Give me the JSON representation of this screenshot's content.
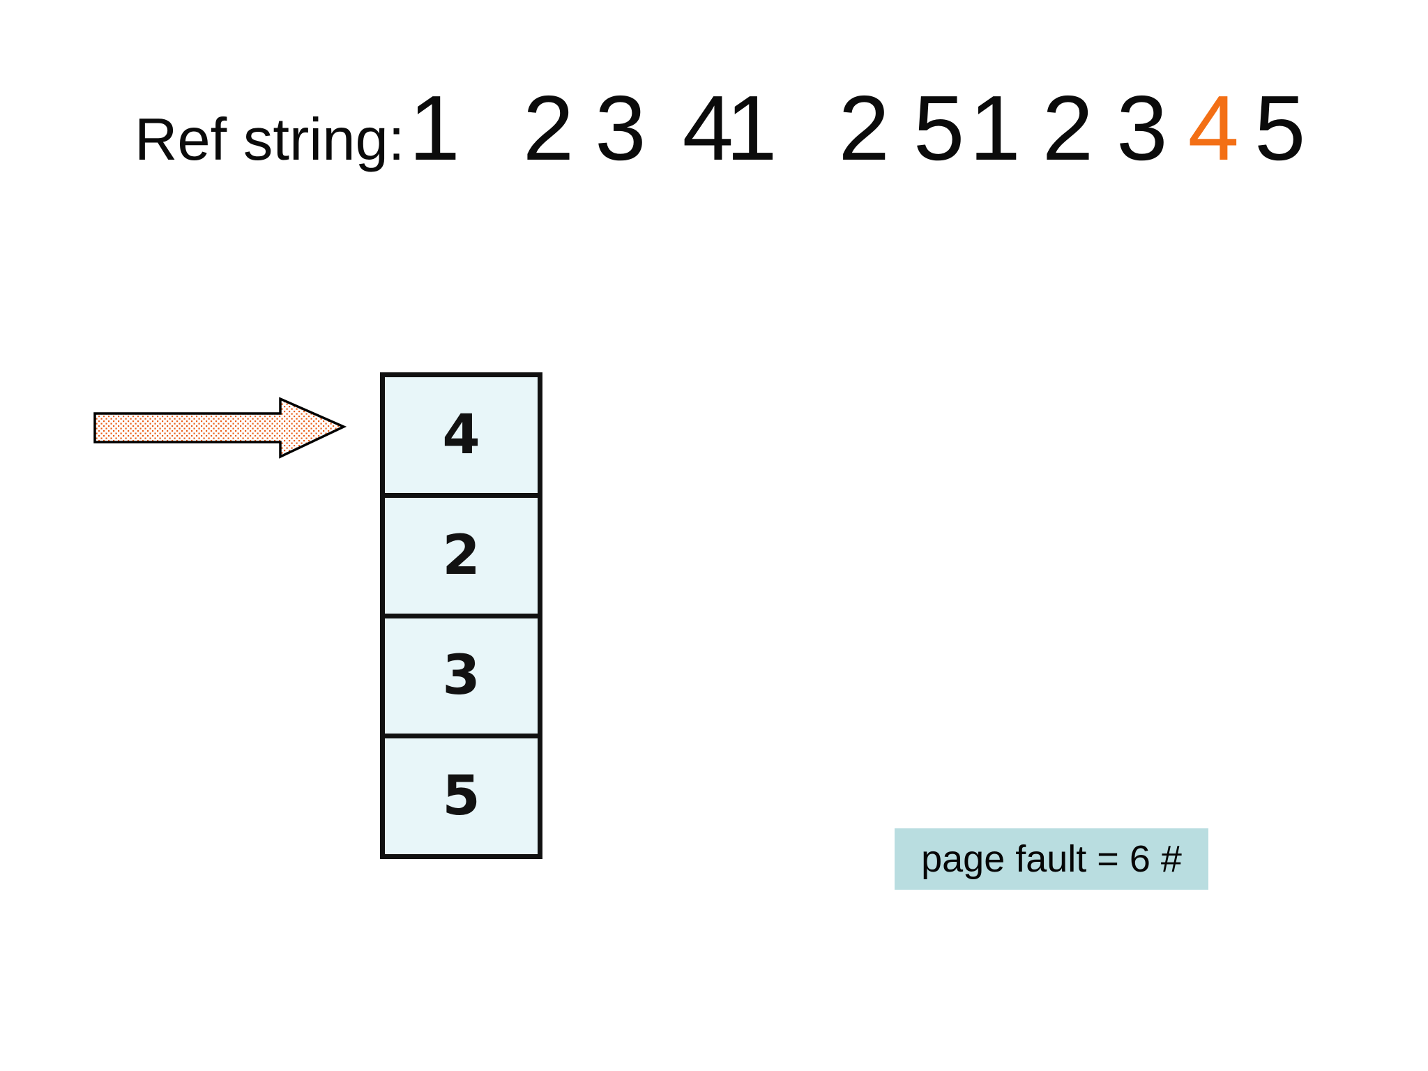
{
  "ref_string": {
    "label": "Ref string:",
    "tokens": [
      {
        "text": "1",
        "highlight": false
      },
      {
        "text": "2",
        "highlight": false
      },
      {
        "text": "3",
        "highlight": false
      },
      {
        "text": "4",
        "highlight": false
      },
      {
        "text": "1",
        "highlight": false
      },
      {
        "text": "2",
        "highlight": false
      },
      {
        "text": "5",
        "highlight": false
      },
      {
        "text": "1",
        "highlight": false
      },
      {
        "text": "2",
        "highlight": false
      },
      {
        "text": "3",
        "highlight": false
      },
      {
        "text": "4",
        "highlight": true
      },
      {
        "text": "5",
        "highlight": false
      }
    ],
    "highlight_color": "#f36f15"
  },
  "frames": {
    "values": [
      "4",
      "2",
      "3",
      "5"
    ],
    "fill_color": "#e8f6f9",
    "border_color": "#111111"
  },
  "arrow": {
    "description": "dotted orange arrow pointing at top frame",
    "dot_color": "#e95f1a",
    "outline_color": "#000000"
  },
  "status": {
    "page_fault_text": "page fault = 6 #",
    "background": "#b9dde0"
  }
}
